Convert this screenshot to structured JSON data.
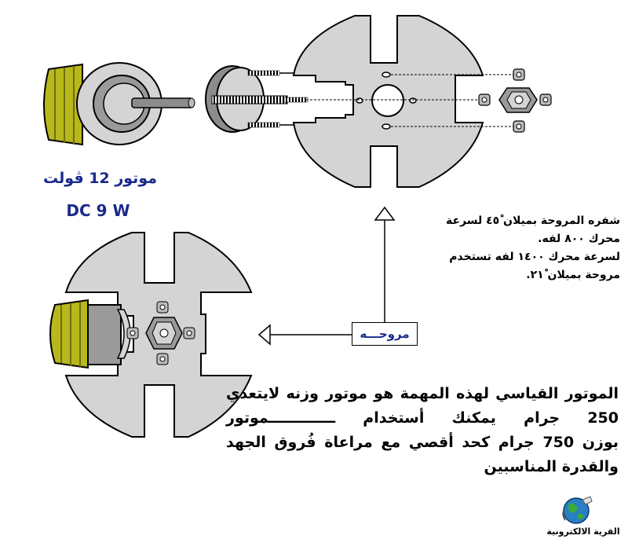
{
  "motor": {
    "title": "موتور 12 ڤولت",
    "spec": "DC 9 W"
  },
  "fan_note": {
    "lines": [
      "شفره المروحة بميلان ٤٥ْ لسرعة",
      "محرك ٨٠٠ لفه.",
      "لسرعة محرك ١٤٠٠ لفه تستخدم",
      "مروحة بميلان ٢١ْ."
    ]
  },
  "fan_label": "مروحـــه",
  "description": {
    "lines": [
      "الموتور القياسي لهذه المهمة هو موتور وزنه لايتعدي",
      "250 جرام يمكنك أستخدام ـــــــــــــموتور",
      "بوزن 750 جرام كحد أقصي مع مراعاة فُروق الجهد",
      "والقدرة المناسبين"
    ]
  },
  "logo": {
    "text": "القرية الالكترونية"
  },
  "colors": {
    "motor_body": "#b8b81c",
    "motor_dark": "#6e6e10",
    "fan_gray": "#d4d4d4",
    "part_gray": "#9a9a9a",
    "outline": "#000000",
    "label_blue": "#1a2a8a"
  }
}
